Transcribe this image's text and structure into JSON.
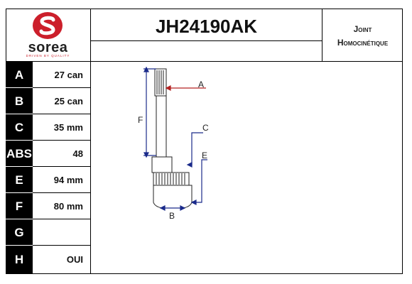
{
  "brand": {
    "name": "sorea",
    "tagline": "DRIVEN BY QUALITY",
    "color": "#cc1f2b"
  },
  "reference": "JH24190AK",
  "product_type": {
    "line1": "Joint",
    "line2": "Homocinétique"
  },
  "specs": [
    {
      "key": "A",
      "value": "27 can"
    },
    {
      "key": "B",
      "value": "25 can"
    },
    {
      "key": "C",
      "value": "35 mm"
    },
    {
      "key": "ABS",
      "value": "48"
    },
    {
      "key": "E",
      "value": "94 mm"
    },
    {
      "key": "F",
      "value": "80 mm"
    },
    {
      "key": "G",
      "value": ""
    },
    {
      "key": "H",
      "value": "OUI"
    }
  ],
  "diagram_labels": {
    "a": "A",
    "b": "B",
    "c": "C",
    "e": "E",
    "f": "F"
  }
}
